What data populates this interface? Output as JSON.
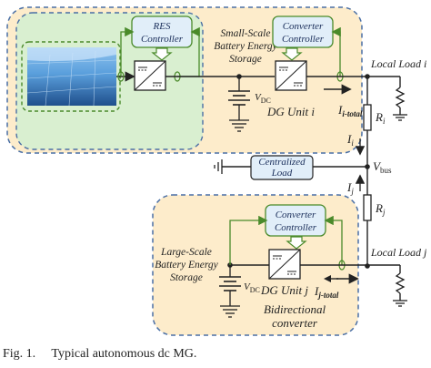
{
  "caption": "Fig. 1.     Typical autonomous dc MG.",
  "top_unit": {
    "res_controller": [
      "RES",
      "Controller"
    ],
    "converter_controller": [
      "Converter",
      "Controller"
    ],
    "storage_label": [
      "Small-Scale",
      "Battery Energy",
      "Storage"
    ],
    "vdc": "V",
    "vdc_sub": "DC",
    "unit_name": "DG Unit i",
    "current": "I",
    "current_sub": "i-total",
    "load": "Local Load i"
  },
  "bus": {
    "r_i": "R",
    "r_i_sub": "i",
    "i_i": "I",
    "i_i_sub": "i",
    "vbus": "V",
    "vbus_sub": "bus",
    "i_j": "I",
    "i_j_sub": "j",
    "r_j": "R",
    "r_j_sub": "j",
    "centralized_load": [
      "Centralized",
      "Load"
    ]
  },
  "bottom_unit": {
    "converter_controller": [
      "Converter",
      "Controller"
    ],
    "storage_label": [
      "Large-Scale",
      "Battery Energy",
      "Storage"
    ],
    "vdc": "V",
    "vdc_sub": "DC",
    "unit_name": "DG Unit j",
    "current": "I",
    "current_sub": "j-total",
    "load": "Local Load j",
    "bidirectional": [
      "Bidirectional",
      "converter"
    ]
  },
  "colors": {
    "unit_fill": "#fdeccb",
    "res_fill": "#d9efd0",
    "controller_fill": "#e1eef9",
    "feedback_green": "#4a8a2a",
    "dash_blue": "#4a6fa5",
    "line": "#222222"
  }
}
